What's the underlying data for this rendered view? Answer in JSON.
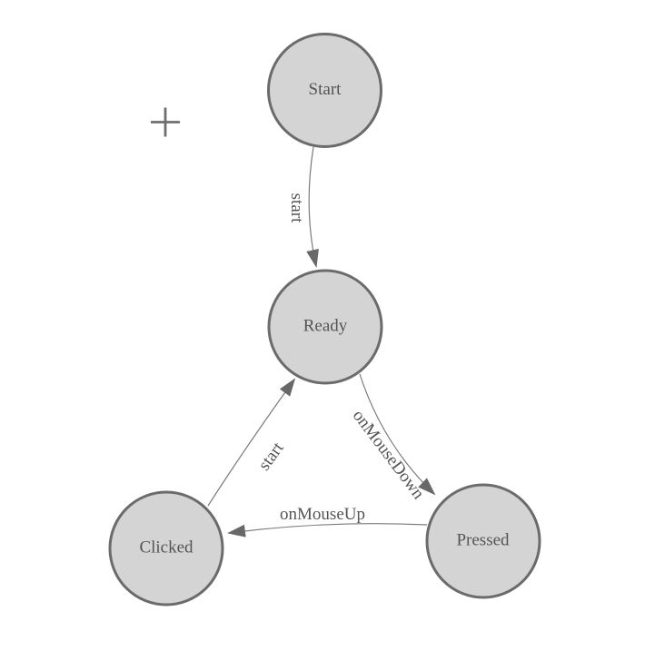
{
  "diagram": {
    "type": "finite-state-machine",
    "colors": {
      "background": "#ffffff",
      "node_fill": "#d4d4d4",
      "node_border": "#6b6b6b",
      "edge_stroke": "#7a7a7a",
      "arrow_fill": "#686868",
      "text": "#545454",
      "crosshair": "#6e6e6e"
    },
    "nodes": [
      {
        "id": "start",
        "label": "Start"
      },
      {
        "id": "ready",
        "label": "Ready"
      },
      {
        "id": "clicked",
        "label": "Clicked"
      },
      {
        "id": "pressed",
        "label": "Pressed"
      }
    ],
    "transitions": [
      {
        "id": "start-to-ready",
        "from": "Start",
        "to": "Ready",
        "label": "start"
      },
      {
        "id": "ready-to-pressed",
        "from": "Ready",
        "to": "Pressed",
        "label": "onMouseDown"
      },
      {
        "id": "pressed-to-clicked",
        "from": "Pressed",
        "to": "Clicked",
        "label": "onMouseUp"
      },
      {
        "id": "clicked-to-ready",
        "from": "Clicked",
        "to": "Ready",
        "label": "start"
      }
    ],
    "cursor": {
      "type": "crosshair-plus"
    }
  }
}
